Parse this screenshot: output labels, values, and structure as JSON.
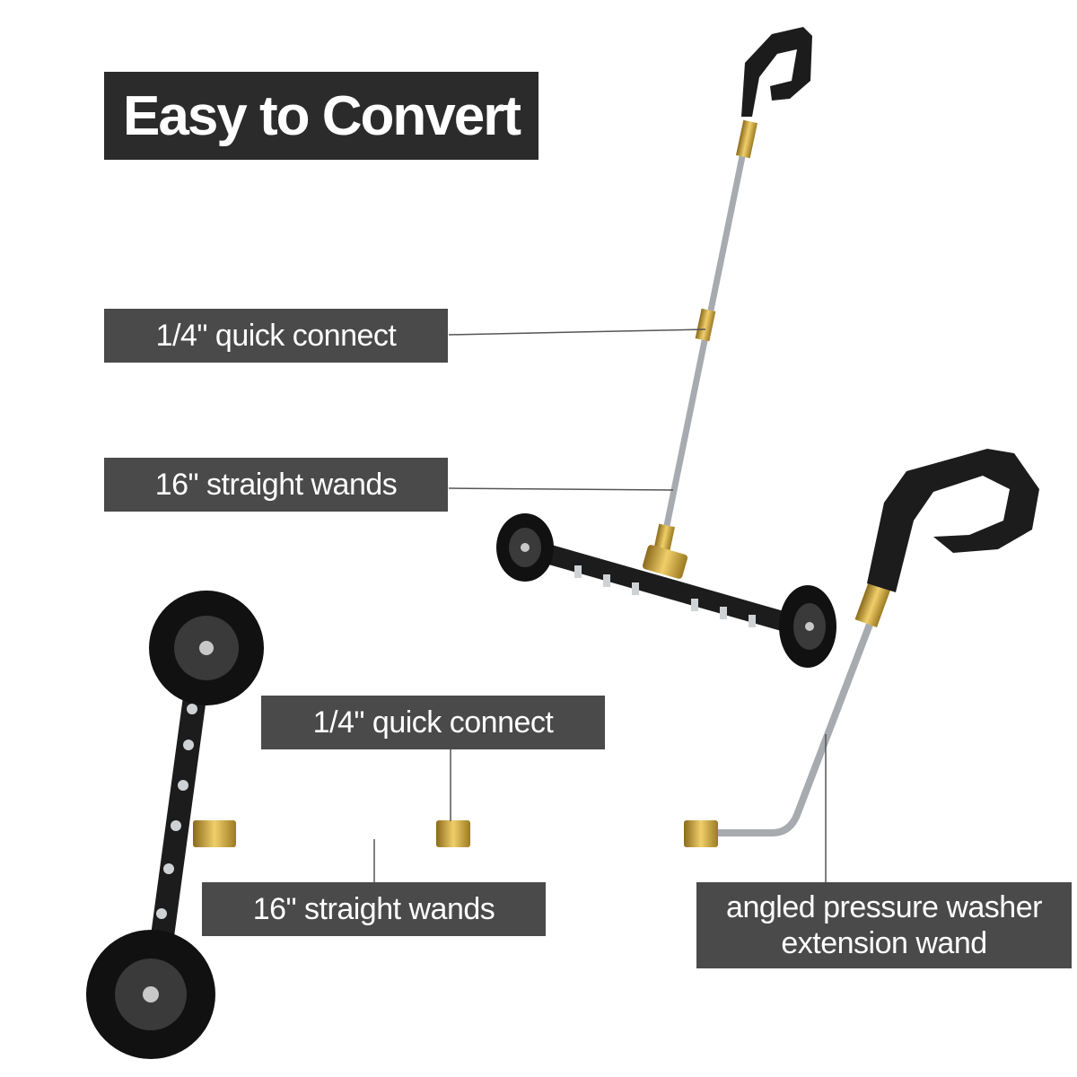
{
  "title": "Easy to Convert",
  "labels": {
    "top_quick_connect": "1/4\" quick connect",
    "top_straight_wands": "16\" straight wands",
    "bottom_quick_connect": "1/4\" quick connect",
    "bottom_straight_wands": "16\" straight wands",
    "angled_wand_line1": "angled pressure washer",
    "angled_wand_line2": "extension wand"
  },
  "colors": {
    "title_bg": "#2b2b2b",
    "callout_bg": "#4a4a4a",
    "brass": "#c9a23a",
    "steel": "#b9bcc0",
    "black_part": "#1c1c1c"
  }
}
